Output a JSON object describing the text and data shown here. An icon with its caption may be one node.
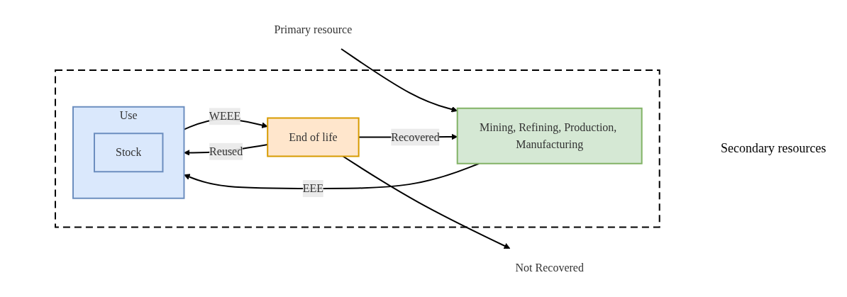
{
  "diagram": {
    "nodes": [
      {
        "text": [],
        "shape": "box"
      },
      {
        "text": [
          "Primary resource"
        ]
      },
      {
        "text": [
          "Mining, Refining, Production, Manufacturing"
        ],
        "in": 0
      },
      {
        "text": [
          "Use"
        ],
        "in": 0
      },
      {
        "text": [
          "Stock"
        ],
        "in": 3
      },
      {
        "text": [
          "End of life"
        ],
        "in": 0
      },
      {
        "text": [
          "Not Recovered"
        ]
      }
    ],
    "edges": [
      {
        "from": 1,
        "to": 2,
        "arrow": "to"
      },
      {
        "from": 2,
        "to": 3,
        "arrow": "to",
        "label": "EEE"
      },
      {
        "from": 3,
        "to": 5,
        "arrow": "to",
        "label": "WEEE"
      },
      {
        "from": 5,
        "to": 3,
        "arrow": "to",
        "label": "Reused"
      },
      {
        "from": 5,
        "to": 2,
        "arrow": "to",
        "label": "Recovered"
      },
      {
        "from": 5,
        "to": 6,
        "arrow": "to"
      }
    ],
    "labels": [
      "Secondary resources"
    ]
  }
}
